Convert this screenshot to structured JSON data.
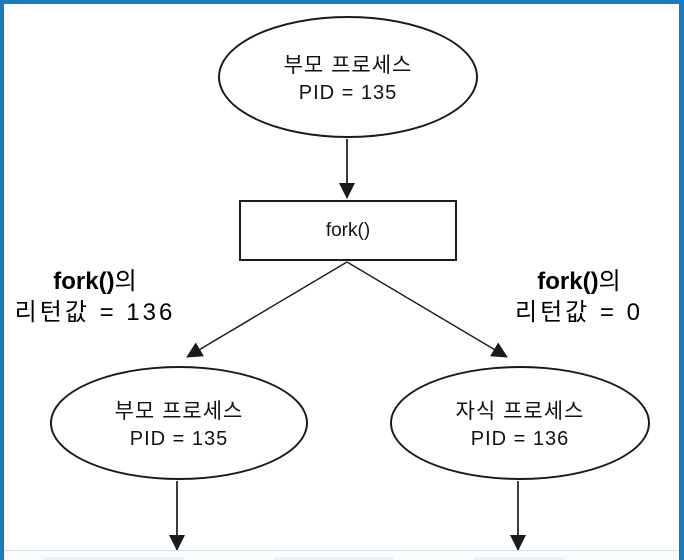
{
  "diagram": {
    "top_node": {
      "name": "부모 프로세스",
      "pid": "PID = 135"
    },
    "fork_box": {
      "label": "fork()"
    },
    "left_label": {
      "fork": "fork()",
      "suffix": "의",
      "line2": "리턴값 = 136"
    },
    "right_label": {
      "fork": "fork()",
      "suffix": "의",
      "line2": "리턴값 = 0"
    },
    "left_node": {
      "name": "부모 프로세스",
      "pid": "PID = 135"
    },
    "right_node": {
      "name": "자식 프로세스",
      "pid": "PID = 136"
    }
  },
  "colors": {
    "frame_border": "#1a7cbe",
    "diagram_line": "#1a1a1a"
  }
}
